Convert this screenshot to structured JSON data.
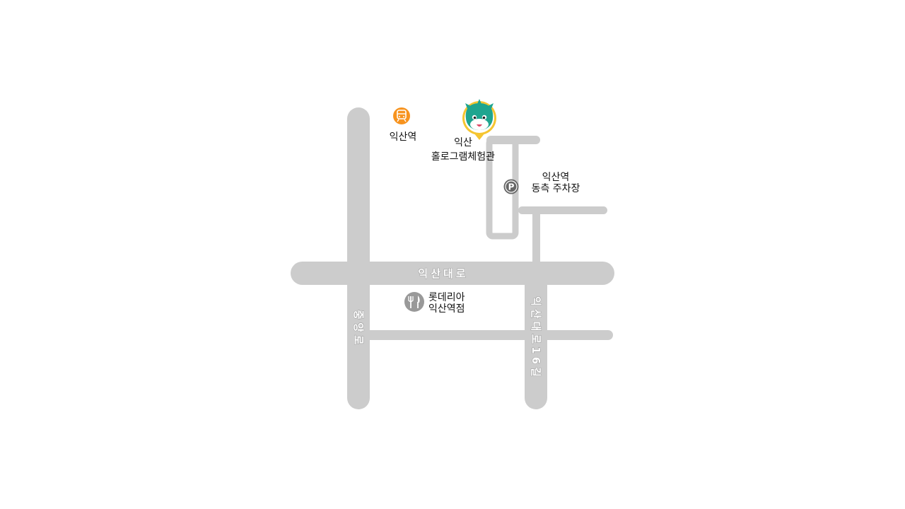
{
  "map": {
    "roads": {
      "main_horizontal": "익산대로",
      "left_vertical": "중앙로",
      "right_vertical": "익산대로16길"
    },
    "places": {
      "station": {
        "name": "익산역",
        "icon": "train-icon"
      },
      "hologram_center": {
        "line1": "익산",
        "line2": "홀로그램체험관",
        "icon": "mascot-location-pin-icon"
      },
      "parking": {
        "line1": "익산역",
        "line2": "동측 주차장",
        "icon": "parking-icon",
        "icon_glyph": "P"
      },
      "restaurant": {
        "line1": "롯데리아",
        "line2": "익산역점",
        "icon": "restaurant-icon"
      }
    },
    "colors": {
      "road": "#cccccc",
      "road_label_fill": "#ffffff",
      "road_label_stroke": "#8a8a8a",
      "station_icon": "#f7931e",
      "mascot_ring": "#f5c531",
      "mascot_body": "#1fa58f",
      "parking_icon": "#666666",
      "restaurant_icon": "#999999"
    }
  }
}
